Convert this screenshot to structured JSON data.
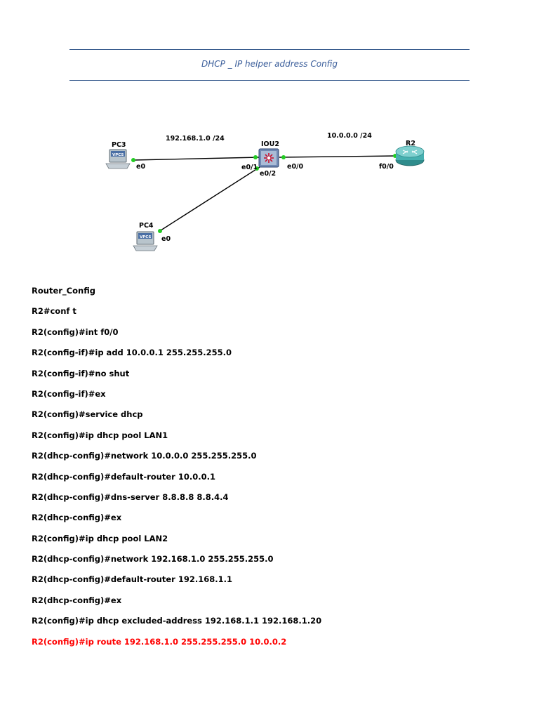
{
  "header": {
    "title": "DHCP _ IP helper address Config"
  },
  "diagram": {
    "subnet_left": "192.168.1.0 /24",
    "subnet_right": "10.0.0.0 /24",
    "nodes": {
      "pc3": {
        "label": "PC3",
        "badge": "VPCS",
        "port": "e0"
      },
      "pc4": {
        "label": "PC4",
        "badge": "VPCS",
        "port": "e0"
      },
      "switch": {
        "label": "IOU2",
        "ports": [
          "e0/1",
          "e0/2",
          "e0/0"
        ]
      },
      "router": {
        "label": "R2",
        "port": "f0/0"
      }
    },
    "link_color": "#000000",
    "port_dot_color": "#22cc22"
  },
  "config": {
    "heading": "Router_Config",
    "lines": [
      "R2#conf t",
      "R2(config)#int f0/0",
      "R2(config-if)#ip add 10.0.0.1 255.255.255.0",
      "R2(config-if)#no shut",
      "R2(config-if)#ex",
      "R2(config)#service dhcp",
      "R2(config)#ip dhcp pool LAN1",
      "R2(dhcp-config)#network 10.0.0.0 255.255.255.0",
      "R2(dhcp-config)#default-router 10.0.0.1",
      "R2(dhcp-config)#dns-server 8.8.8.8 8.8.4.4",
      "R2(dhcp-config)#ex",
      "R2(config)#ip dhcp pool LAN2",
      "R2(dhcp-config)#network 192.168.1.0 255.255.255.0",
      "R2(dhcp-config)#default-router 192.168.1.1",
      "R2(dhcp-config)#ex",
      "R2(config)#ip dhcp excluded-address 192.168.1.1 192.168.1.20"
    ],
    "highlight_line": "R2(config)#ip route 192.168.1.0 255.255.255.0 10.0.0.2",
    "highlight_color": "#ff0000"
  }
}
